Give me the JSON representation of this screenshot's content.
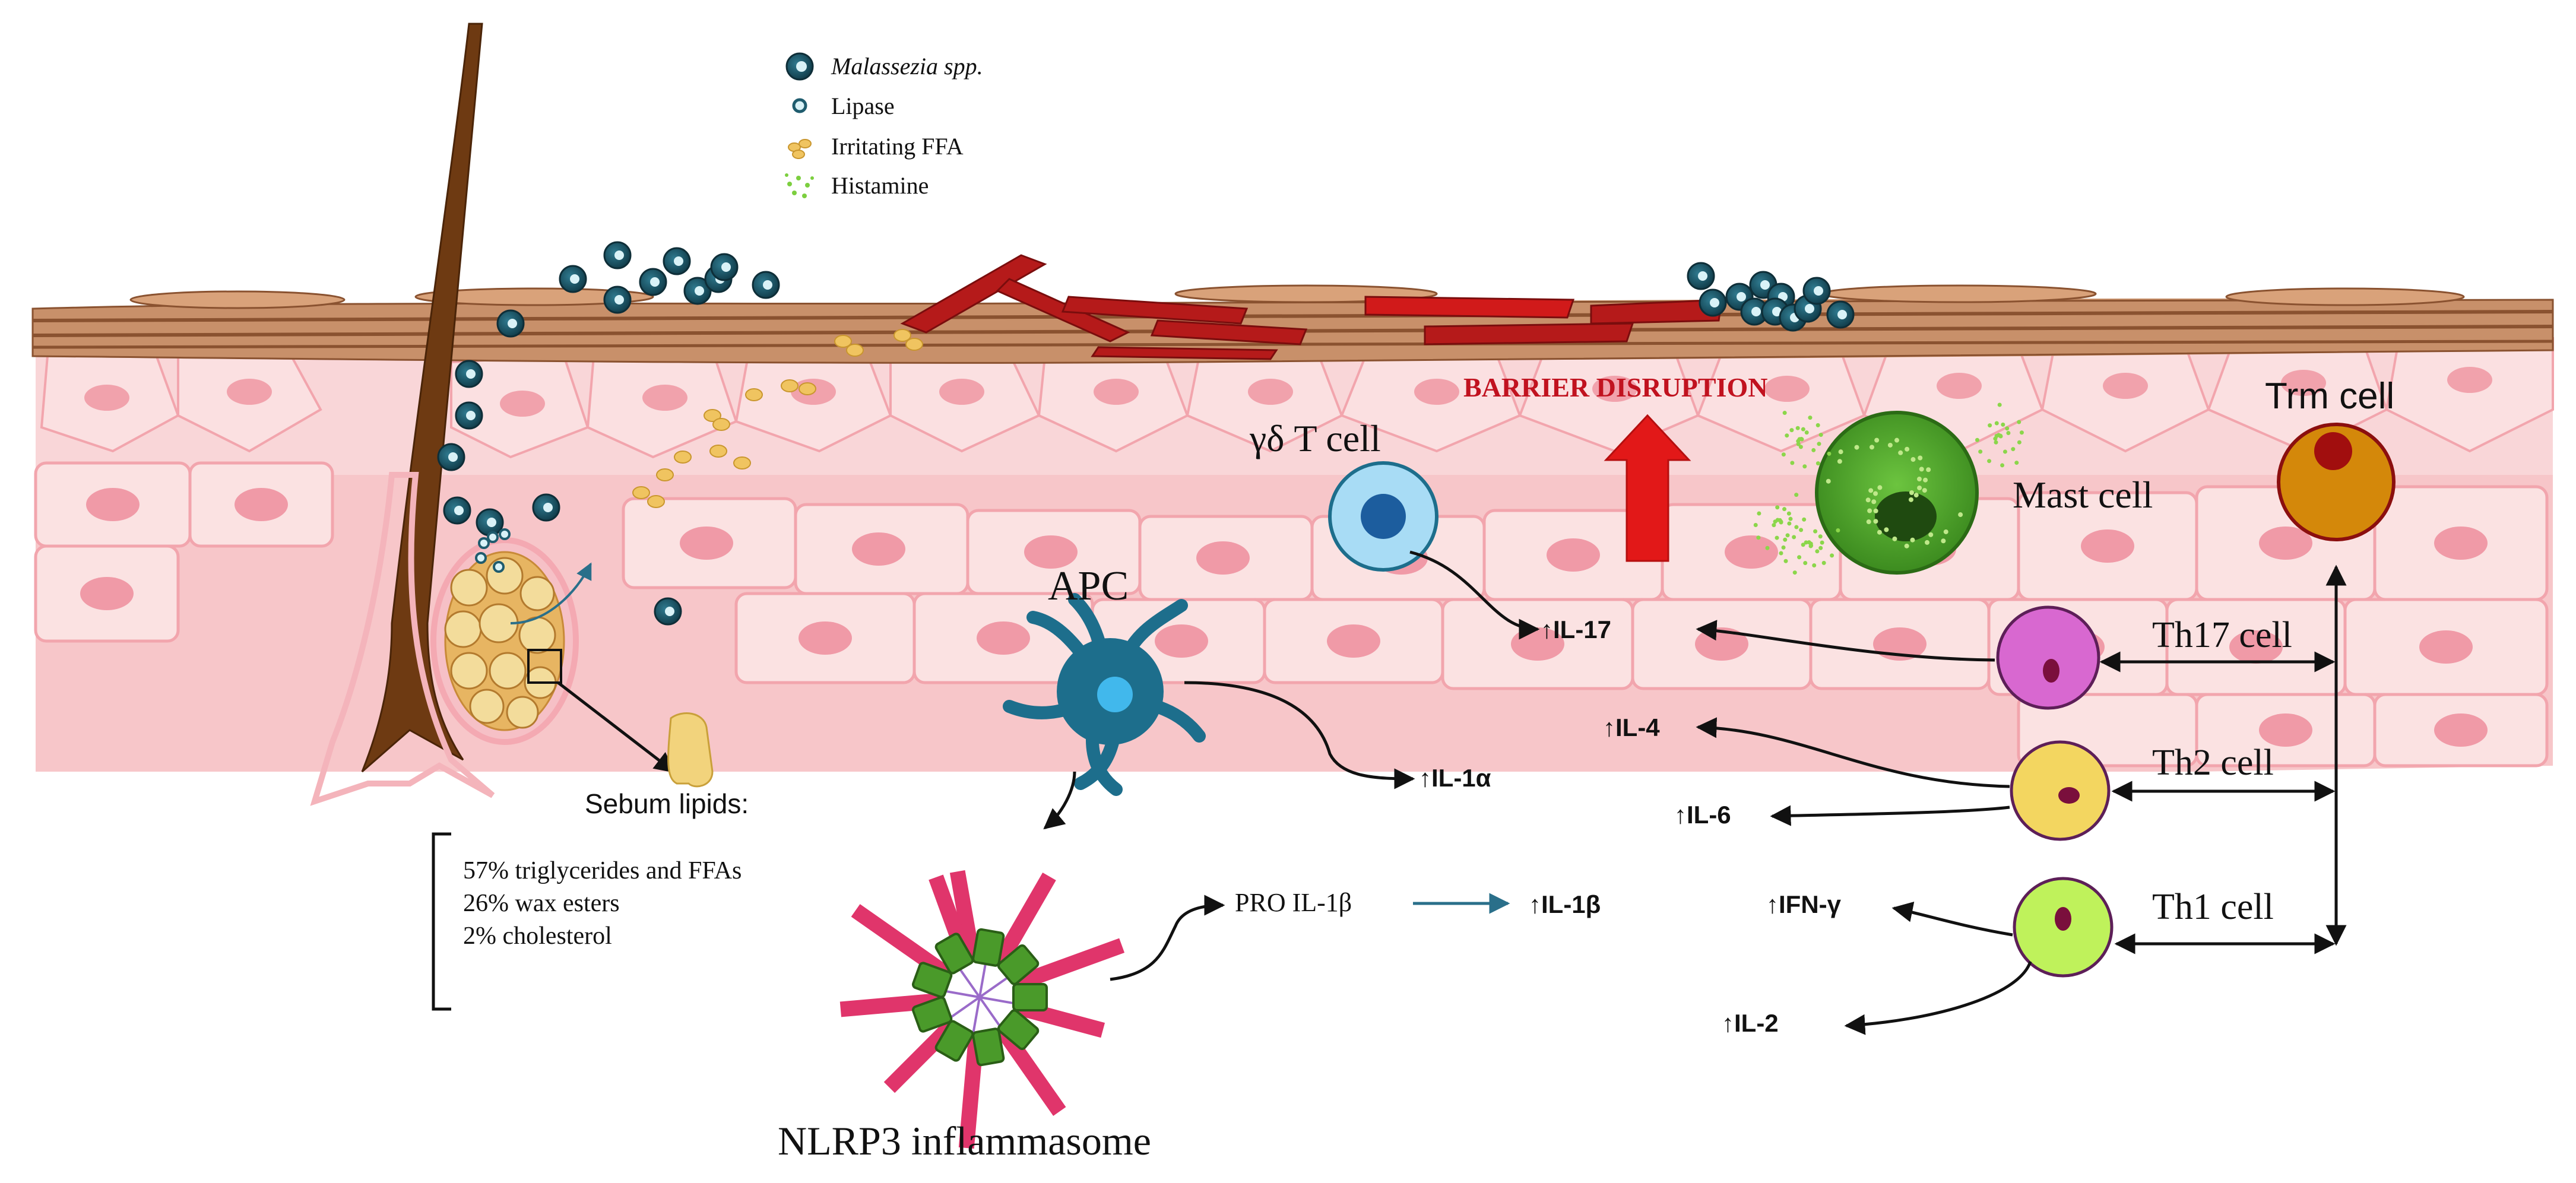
{
  "legend": {
    "malassezia": "Malassezia spp.",
    "lipase": "Lipase",
    "ffa": "Irritating FFA",
    "histamine": "Histamine"
  },
  "labels": {
    "barrier": "BARRIER DISRUPTION",
    "gd_cell": "γδ T cell",
    "mast_cell": "Mast cell",
    "trm_cell": "Trm cell",
    "apc": "APC",
    "th17": "Th17 cell",
    "th2": "Th2 cell",
    "th1": "Th1 cell",
    "sebum_title": "Sebum lipids:",
    "sebum_1": "57% triglycerides  and FFAs",
    "sebum_2": "26% wax esters",
    "sebum_3": "2% cholesterol",
    "nlrp3": "NLRP3 inflammasome",
    "pro_il1b": "PRO IL-1β"
  },
  "cytokines": {
    "il17": "↑IL-17",
    "il4": "↑IL-4",
    "il6": "↑IL-6",
    "il1a": "↑IL-1α",
    "il1b": "↑IL-1β",
    "ifng": "↑IFN-γ",
    "il2": "↑IL-2"
  },
  "colors": {
    "malassezia": "#1f5c6e",
    "skin_pink": "#f8cfd0",
    "cell_nucleus": "#f0a3ad",
    "stratum_corneum": "#c98e63",
    "barrier_red": "#c1121f",
    "gd_cell": "#a8dcf5",
    "mast_cell": "#4ea62b",
    "trm_cell": "#d4880a",
    "th17": "#d868d0",
    "th2": "#f3d660",
    "th1": "#bff25b",
    "apc": "#1d6e8c",
    "nlrp3_rod": "#e0356b",
    "nlrp3_block": "#4a9a2a"
  }
}
